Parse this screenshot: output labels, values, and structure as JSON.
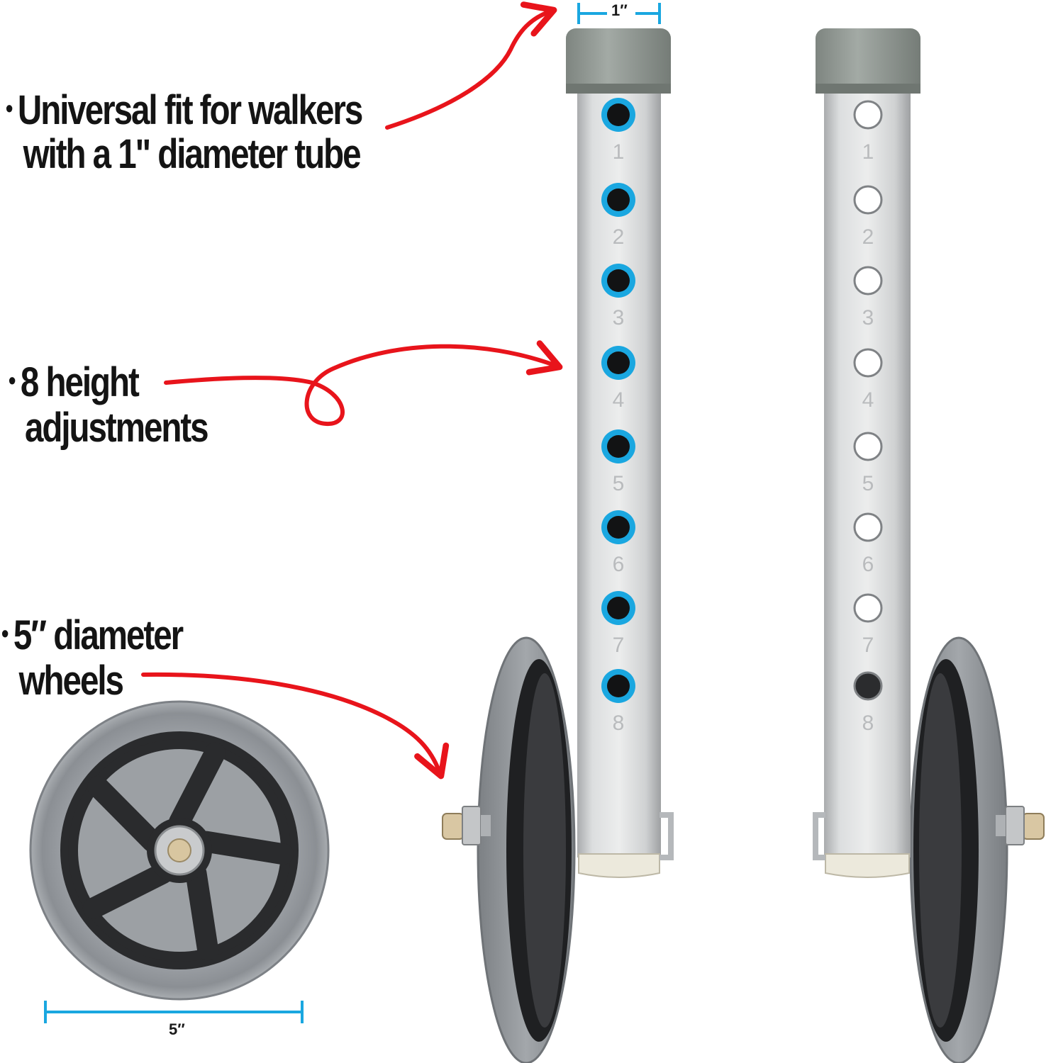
{
  "features": [
    {
      "lines": [
        "Universal fit for walkers",
        "with a 1\" diameter tube"
      ]
    },
    {
      "lines": [
        "8 height",
        "adjustments"
      ]
    },
    {
      "lines": [
        "5″ diameter",
        "wheels"
      ]
    }
  ],
  "bullet": "•",
  "dimensions": {
    "tube": "1″",
    "wheel": "5″"
  },
  "tube_hole_numbers": [
    "1",
    "2",
    "3",
    "4",
    "5",
    "6",
    "7",
    "8"
  ],
  "colors": {
    "arrow": "#e8141b",
    "dimension": "#1aa7e0",
    "tube": "#c9cbcc",
    "cap": "#8f9691",
    "tire": "#8e9296",
    "hub": "#2a2b2d"
  }
}
